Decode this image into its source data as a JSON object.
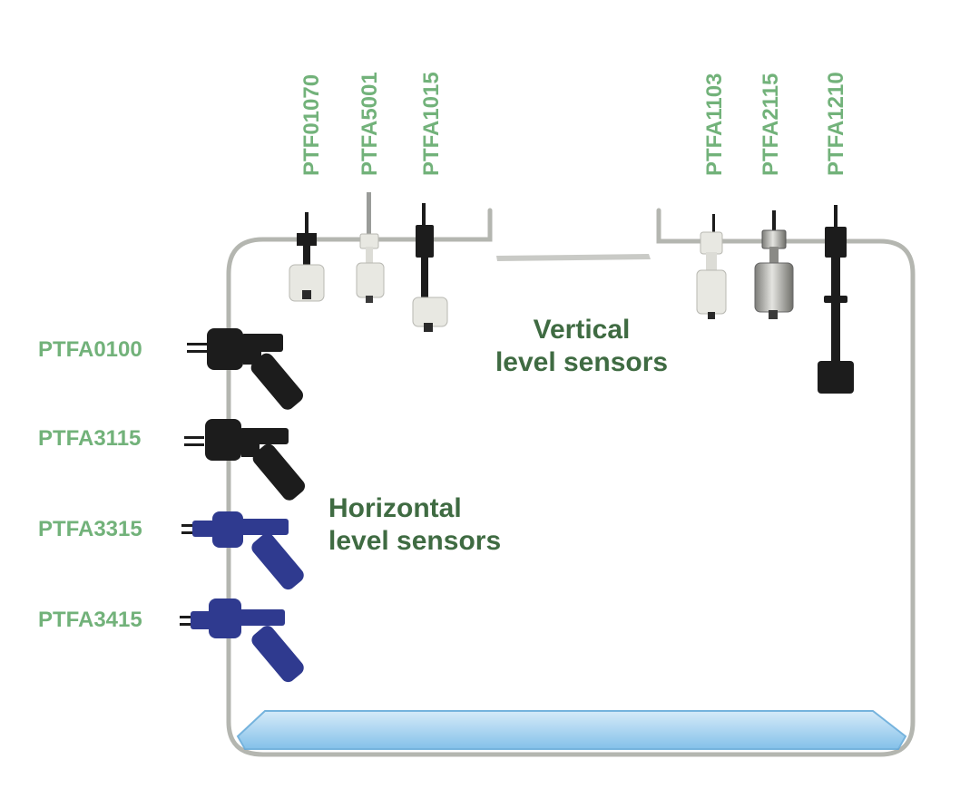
{
  "vertical_sensors": {
    "title_line1": "Vertical",
    "title_line2": "level sensors",
    "models": [
      "PTF01070",
      "PTFA5001",
      "PTFA1015",
      "PTFA1103",
      "PTFA2115",
      "PTFA1210"
    ]
  },
  "horizontal_sensors": {
    "title_line1": "Horizontal",
    "title_line2": "level sensors",
    "models": [
      "PTFA0100",
      "PTFA3115",
      "PTFA3315",
      "PTFA3415"
    ]
  },
  "colors": {
    "label_green": "#72b27a",
    "title_green": "#3f6b42",
    "tank_wall": "#b4b6b0",
    "water": "#8fc9ef",
    "sensor_black": "#1c1c1c",
    "sensor_blue": "#2f3a8f",
    "sensor_white": "#e8e8e2",
    "sensor_steel": "#a9a9a6"
  }
}
